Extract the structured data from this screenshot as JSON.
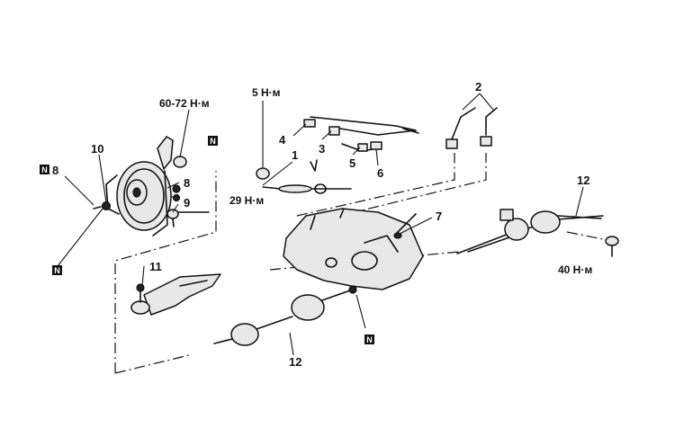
{
  "labels": {
    "torque_hub": "60-72 Н·м",
    "torque_small": "5 Н·м",
    "torque_29": "29 Н·м",
    "torque_40": "40 Н·м",
    "c1": "1",
    "c2": "2",
    "c3": "3",
    "c4": "4",
    "c5": "5",
    "c6": "6",
    "c7": "7",
    "c8_left": "8",
    "c8_right": "8",
    "c9": "9",
    "c10": "10",
    "c11": "11",
    "c12_top": "12",
    "c12_bottom": "12",
    "n_badge": "N"
  }
}
